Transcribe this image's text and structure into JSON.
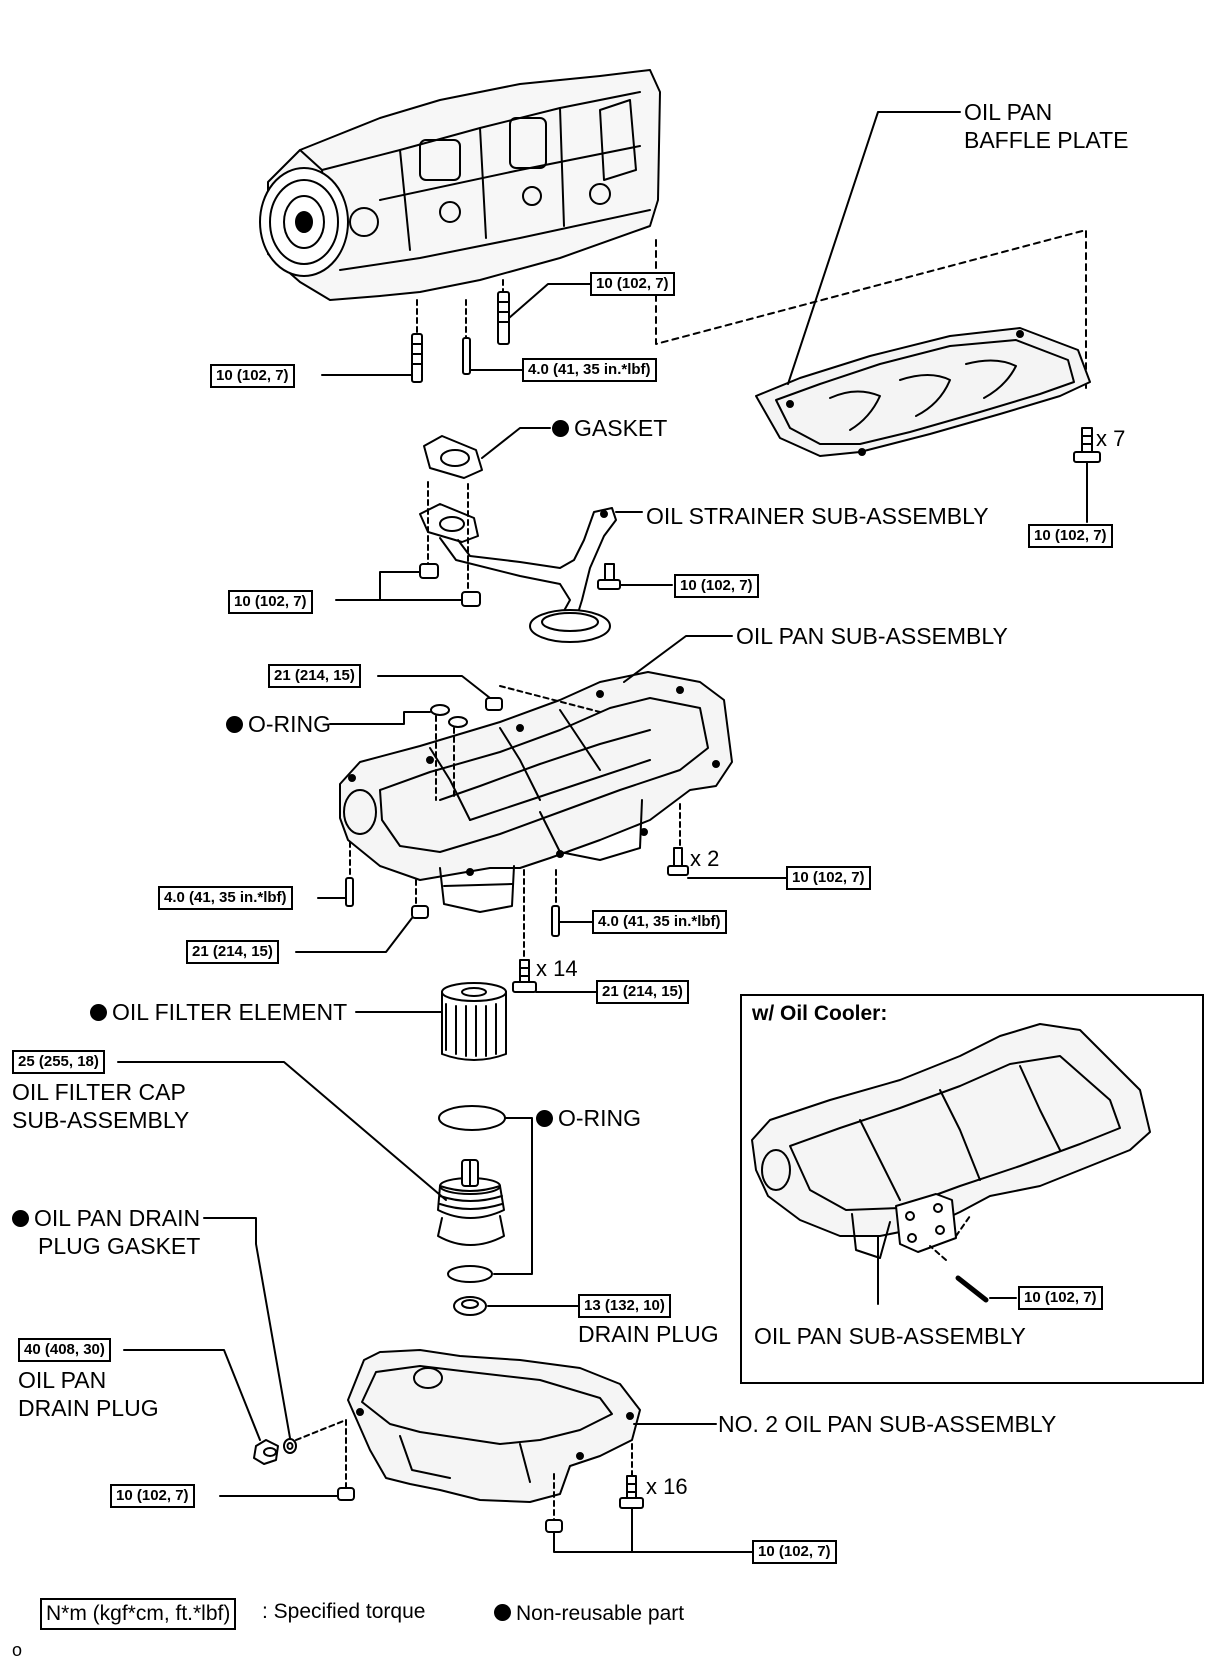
{
  "labels": {
    "oil_pan_baffle_plate": [
      "OIL PAN",
      "BAFFLE PLATE"
    ],
    "gasket": "GASKET",
    "oil_strainer": "OIL STRAINER SUB-ASSEMBLY",
    "oil_pan_sub_assembly": "OIL PAN SUB-ASSEMBLY",
    "o_ring_top": "O-RING",
    "oil_filter_element": "OIL FILTER ELEMENT",
    "oil_filter_cap": [
      "OIL FILTER CAP",
      "SUB-ASSEMBLY"
    ],
    "o_ring_bottom": "O-RING",
    "drain_plug_gasket": [
      "OIL PAN DRAIN",
      "PLUG GASKET"
    ],
    "drain_plug": "DRAIN PLUG",
    "oil_pan_drain_plug": [
      "OIL PAN",
      "DRAIN PLUG"
    ],
    "no2_oil_pan": "NO. 2 OIL PAN SUB-ASSEMBLY",
    "oil_cooler_title": "w/ Oil Cooler:",
    "oil_cooler_pan": "OIL PAN SUB-ASSEMBLY"
  },
  "torques": {
    "block_stud_right": "10 (102, 7)",
    "block_stud_left": "10 (102, 7)",
    "block_pin": "4.0 (41, 35 in.*lbf)",
    "baffle_bolts": "10 (102, 7)",
    "strainer_nuts": "10 (102, 7)",
    "strainer_bolt": "10 (102, 7)",
    "pan_nut_top": "21 (214, 15)",
    "pan_bolts_x2": "10 (102, 7)",
    "pan_pin_left": "4.0 (41, 35 in.*lbf)",
    "pan_pin_right": "4.0 (41, 35 in.*lbf)",
    "pan_nut_bottom": "21 (214, 15)",
    "pan_bolts_x14": "21 (214, 15)",
    "filter_cap": "25 (255, 18)",
    "drain_plug": "13 (132, 10)",
    "oil_pan_drain_plug": "40 (408, 30)",
    "no2_pan_nut_left": "10 (102, 7)",
    "no2_pan_bolts": "10 (102, 7)",
    "oil_cooler_bolt": "10 (102, 7)"
  },
  "quantities": {
    "baffle_bolts": "x 7",
    "pan_bolts_x2": "x 2",
    "pan_bolts_x14": "x 14",
    "no2_pan_bolts": "x 16"
  },
  "legend": {
    "torque_key": "N*m (kgf*cm, ft.*lbf)",
    "torque_desc": ": Specified torque",
    "non_reusable": "Non-reusable part"
  },
  "footer_mark": "o"
}
